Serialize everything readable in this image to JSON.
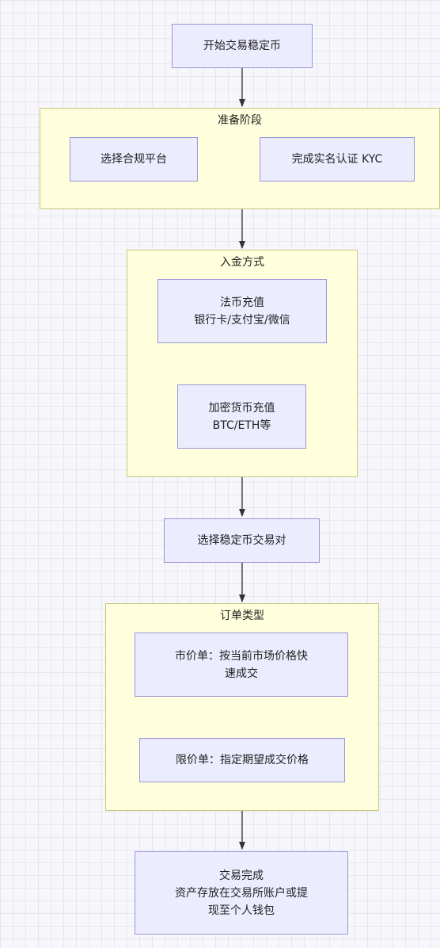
{
  "start": {
    "label": "开始交易稳定币"
  },
  "prep": {
    "title": "准备阶段",
    "platform": "选择合规平台",
    "kyc": "完成实名认证 KYC"
  },
  "funding": {
    "title": "入金方式",
    "fiat": {
      "line1": "法币充值",
      "line2": "银行卡/支付宝/微信"
    },
    "crypto": {
      "line1": "加密货币充值",
      "line2": "BTC/ETH等"
    }
  },
  "pair": {
    "label": "选择稳定币交易对"
  },
  "orders": {
    "title": "订单类型",
    "market": {
      "line1": "市价单：按当前市场价格快",
      "line2": "速成交"
    },
    "limit": {
      "label": "限价单：指定期望成交价格"
    }
  },
  "done": {
    "line1": "交易完成",
    "line2": "资产存放在交易所账户或提",
    "line3": "现至个人钱包"
  }
}
